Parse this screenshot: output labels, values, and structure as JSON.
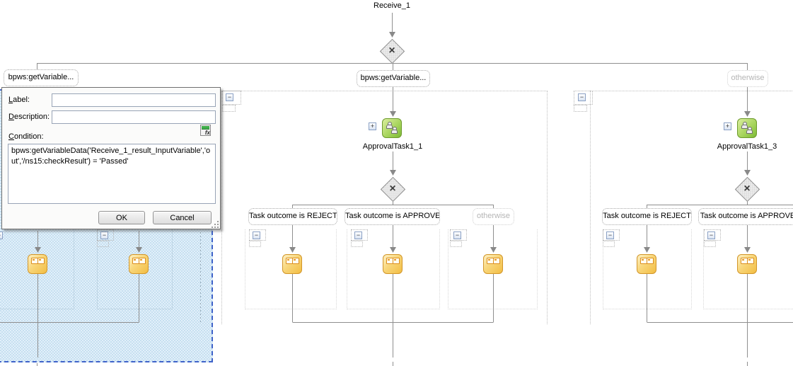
{
  "top": {
    "receive_label": "Receive_1"
  },
  "switch1": {
    "left_case_label": "bpws:getVariable...",
    "center_case_label": "bpws:getVariable...",
    "otherwise_label": "otherwise"
  },
  "dialog": {
    "fields": {
      "label": {
        "name": "Label:",
        "value": ""
      },
      "description": {
        "name": "Description:",
        "value": ""
      },
      "condition": {
        "name": "Condition:",
        "value": "bpws:getVariableData('Receive_1_result_InputVariable','out','/ns15:checkResult') = 'Passed'"
      }
    },
    "buttons": {
      "ok": "OK",
      "cancel": "Cancel"
    }
  },
  "center_branch": {
    "task_label": "ApprovalTask1_1",
    "cases": [
      {
        "label": "Task outcome is REJECT"
      },
      {
        "label": "Task outcome is APPROVE"
      },
      {
        "label": "otherwise"
      }
    ]
  },
  "right_branch": {
    "task_label": "ApprovalTask1_3",
    "cases": [
      {
        "label": "Task outcome is REJECT"
      },
      {
        "label": "Task outcome is APPROVE"
      }
    ]
  },
  "icons": {
    "collapse": "−",
    "expand": "+",
    "decision": "×",
    "expression_builder": "fx"
  },
  "colors": {
    "selection_border": "#3f63c9",
    "selection_fill": "#dcedf8",
    "task_green": "#8cc63e",
    "task_orange": "#f2bd43",
    "connector": "#8f8f8f"
  }
}
